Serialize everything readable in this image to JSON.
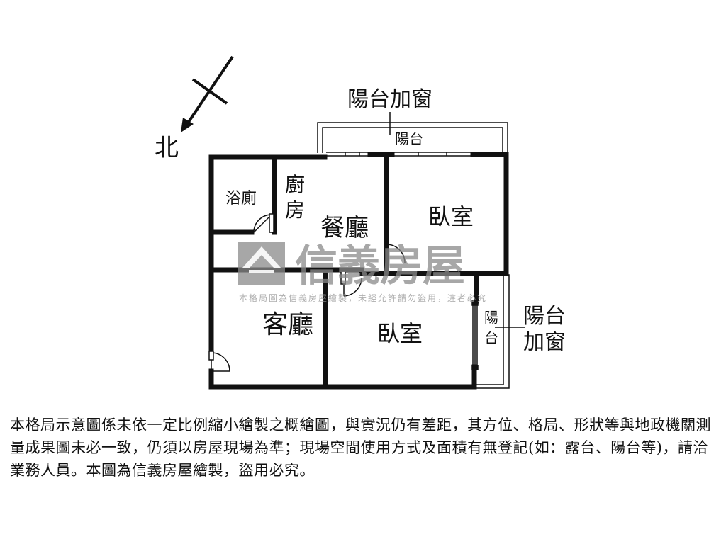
{
  "compass": {
    "north_label": "北"
  },
  "balcony_top": {
    "callout": "陽台加窗",
    "label": "陽台"
  },
  "balcony_right": {
    "label_line1": "陽",
    "label_line2": "台",
    "callout_line1": "陽台",
    "callout_line2": "加窗"
  },
  "rooms": {
    "bathroom": "浴廁",
    "kitchen_line1": "廚",
    "kitchen_line2": "房",
    "dining": "餐廳",
    "bedroom_north": "臥室",
    "living": "客廳",
    "bedroom_south": "臥室"
  },
  "watermark": {
    "brand": "信義房屋",
    "notice": "本格局圖為信義房屋繪製，未經允許請勿盜用，違者必究"
  },
  "disclaimer": "本格局示意圖係未依一定比例縮小繪製之概繪圖，與實況仍有差距，其方位、格局、形狀等與地政機關測量成果圖未必一致，仍須以房屋現場為準；現場空間使用方式及面積有無登記(如：露台、陽台等)，請洽業務人員。本圖為信義房屋繪製，盜用必究。"
}
